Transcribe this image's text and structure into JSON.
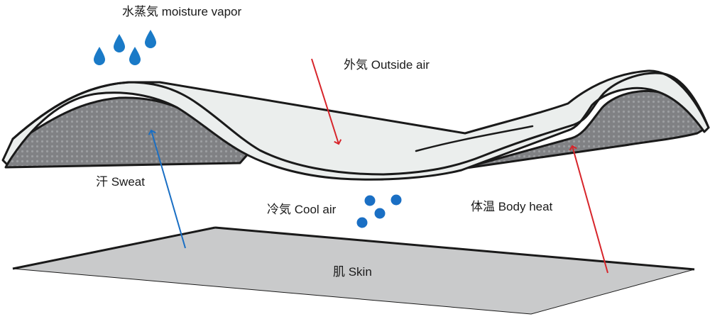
{
  "labels": {
    "moisture_vapor": "水蒸気 moisture vapor",
    "outside_air": "外気 Outside air",
    "sweat": "汗 Sweat",
    "cool_air": "冷気 Cool air",
    "body_heat": "体温 Body heat",
    "skin": "肌 Skin"
  },
  "colors": {
    "sweat_arrow": "#1a6fc4",
    "heat_arrow": "#d7252b",
    "droplet": "#1a7ac7",
    "cool_dot": "#1a6fc4",
    "skin_fill": "#c9cacb",
    "fabric_top": "#ebeeed",
    "fabric_inner": "#808184"
  },
  "icons": {
    "droplet": "water-drop-icon",
    "cool_dot": "circle-dot-icon"
  }
}
